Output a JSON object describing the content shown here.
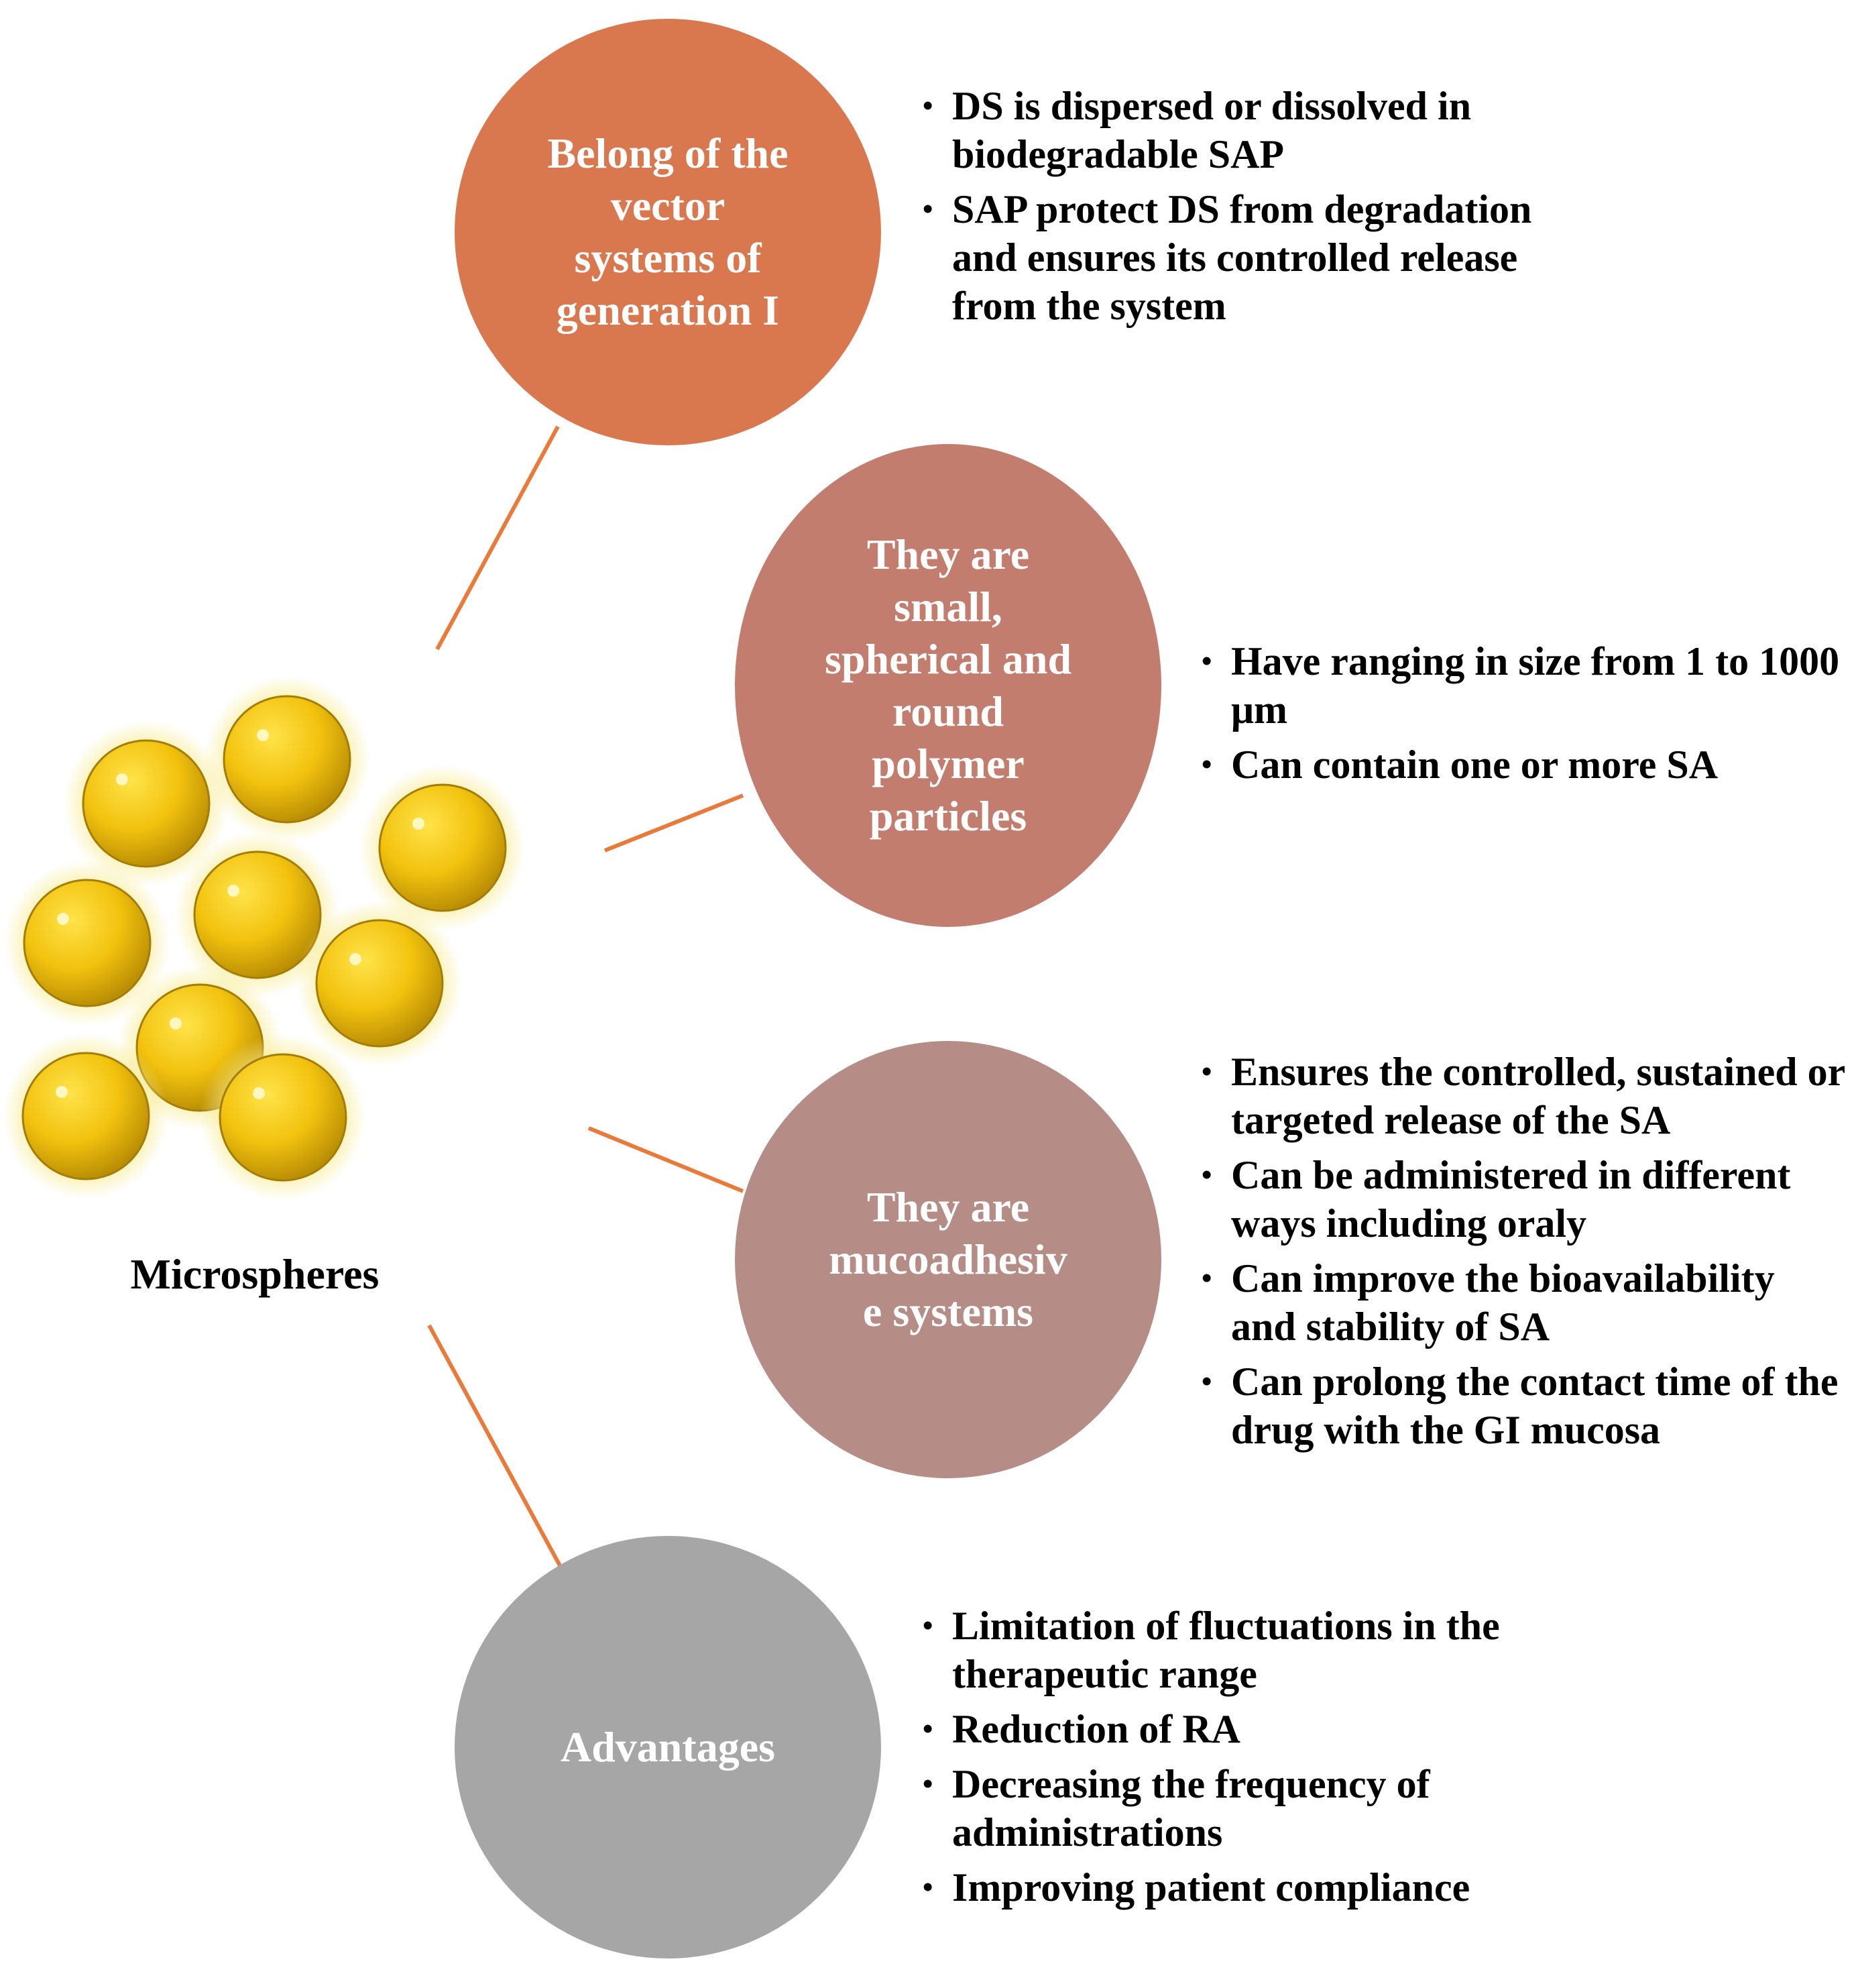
{
  "center": {
    "label": "Microspheres"
  },
  "colors": {
    "connector": "#ea7a3a",
    "sphere": "#f2c20e",
    "sphere_glow": "#f7ea8a",
    "circle_1": "#d9784f",
    "circle_2": "#c27d6e",
    "circle_3": "#b58c86",
    "circle_4": "#a6a6a6"
  },
  "nodes": [
    {
      "title_lines": [
        "Belong of the",
        "vector",
        "systems of",
        "generation I"
      ],
      "bullets": [
        "DS is dispersed or dissolved in biodegradable SAP",
        "SAP protect DS from degradation and ensures its controlled release from the system"
      ]
    },
    {
      "title_lines": [
        "They are",
        "small,",
        "spherical and",
        "round",
        "polymer",
        "particles"
      ],
      "bullets": [
        "Have ranging in size from 1 to 1000 μm",
        "Can contain one or more SA"
      ]
    },
    {
      "title_lines": [
        "They are",
        "mucoadhesiv",
        "e systems"
      ],
      "bullets": [
        "Ensures the controlled, sustained or targeted release of the SA",
        "Can be administered in different ways including oraly",
        "Can improve the bioavailability and stability of SA",
        "Can prolong the contact time of the drug with the GI mucosa"
      ]
    },
    {
      "title_lines": [
        "Advantages"
      ],
      "bullets": [
        "Limitation of fluctuations in the therapeutic range",
        "Reduction of RA",
        "Decreasing the frequency of administrations",
        "Improving patient compliance"
      ]
    }
  ]
}
